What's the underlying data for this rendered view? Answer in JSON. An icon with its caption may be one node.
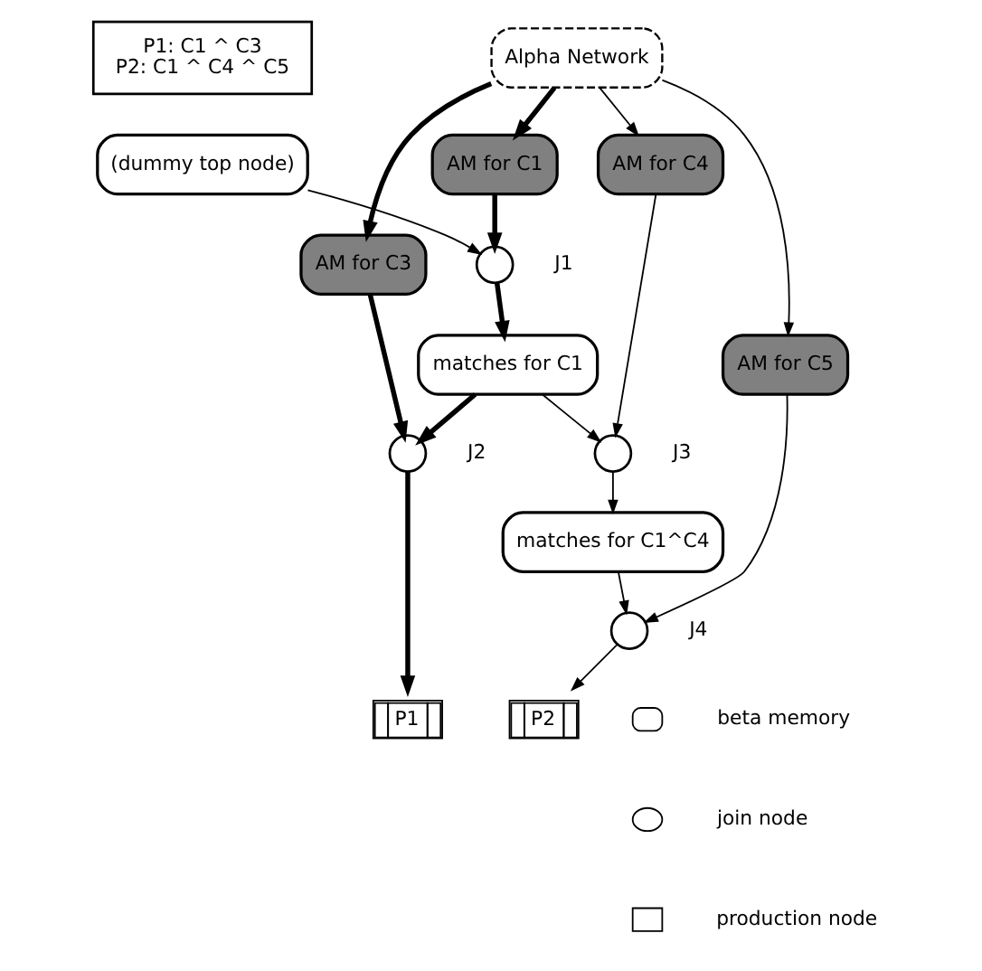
{
  "diagram": {
    "nodes": [
      {
        "text": [
          "P1: C1 ^ C3",
          "P2: C1 ^ C4 ^ C5"
        ]
      },
      {
        "text": [
          "Alpha Network"
        ]
      },
      {
        "text": [
          "(dummy top node)"
        ]
      },
      {
        "text": [
          "AM for C1"
        ]
      },
      {
        "text": [],
        "shape": "circle",
        "beside": [
          "J1"
        ]
      },
      {
        "text": [
          "matches for C1"
        ]
      },
      {
        "text": [
          "AM for C4"
        ]
      },
      {
        "text": [],
        "shape": "circle",
        "beside": [
          "J3"
        ]
      },
      {
        "text": [
          "AM for C3"
        ]
      },
      {
        "text": [],
        "shape": "circle",
        "beside": [
          "J2"
        ]
      },
      {
        "text": [
          "matches for C1^C4"
        ]
      },
      {
        "text": [
          "AM for C5"
        ]
      },
      {
        "text": [],
        "shape": "circle",
        "beside": [
          "J4"
        ]
      },
      {
        "text": [
          "P1"
        ]
      },
      {
        "text": [
          "P2"
        ]
      }
    ],
    "edges": [
      {
        "from": 1,
        "to": 3,
        "arrow": "to",
        "style": "thick"
      },
      {
        "from": 2,
        "to": 4,
        "arrow": "to"
      },
      {
        "from": 3,
        "to": 4,
        "arrow": "to",
        "style": "thick"
      },
      {
        "from": 4,
        "to": 5,
        "arrow": "to",
        "style": "thick"
      },
      {
        "from": 1,
        "to": 6,
        "arrow": "to"
      },
      {
        "from": 5,
        "to": 7,
        "arrow": "to"
      },
      {
        "from": 6,
        "to": 7,
        "arrow": "to"
      },
      {
        "from": 1,
        "to": 8,
        "arrow": "to",
        "style": "thick"
      },
      {
        "from": 5,
        "to": 9,
        "arrow": "to",
        "style": "thick"
      },
      {
        "from": 8,
        "to": 9,
        "arrow": "to",
        "style": "thick"
      },
      {
        "from": 7,
        "to": 10,
        "arrow": "to"
      },
      {
        "from": 1,
        "to": 11,
        "arrow": "to"
      },
      {
        "from": 10,
        "to": 12,
        "arrow": "to"
      },
      {
        "from": 11,
        "to": 12,
        "arrow": "to"
      },
      {
        "from": 9,
        "to": 13,
        "arrow": "to",
        "style": "thick"
      },
      {
        "from": 12,
        "to": 14,
        "arrow": "to"
      }
    ],
    "legend": [
      {
        "text": "beta memory"
      },
      {
        "text": "join node"
      },
      {
        "text": "production node"
      }
    ]
  }
}
